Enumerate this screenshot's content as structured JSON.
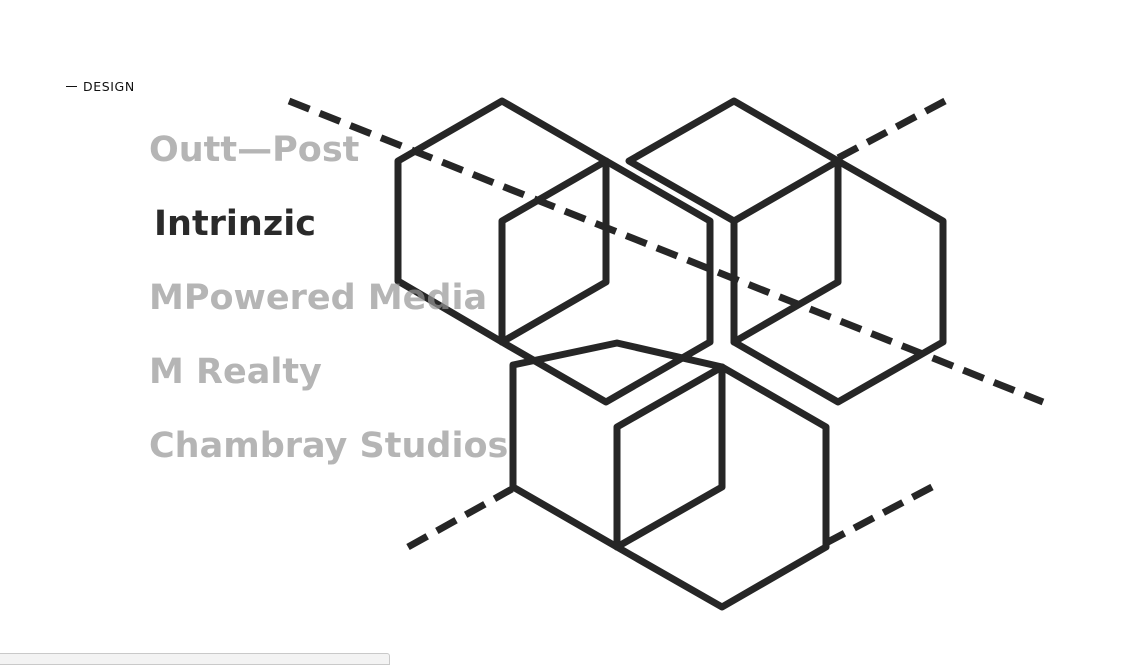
{
  "section": {
    "label": "DESIGN"
  },
  "projects": [
    {
      "label": "Outt—Post",
      "active": false
    },
    {
      "label": "Intrinzic",
      "active": true
    },
    {
      "label": "MPowered Media",
      "active": false
    },
    {
      "label": "M Realty",
      "active": false
    },
    {
      "label": "Chambray Studios",
      "active": false
    }
  ],
  "artwork": {
    "description_icon": "hexagon-cubes-logo-icon",
    "stroke_color": "#262626"
  },
  "status_bar": {
    "url": ""
  },
  "colors": {
    "inactive_text": "#a8a8a8",
    "active_text": "#2a2a2a",
    "background": "#ffffff"
  }
}
